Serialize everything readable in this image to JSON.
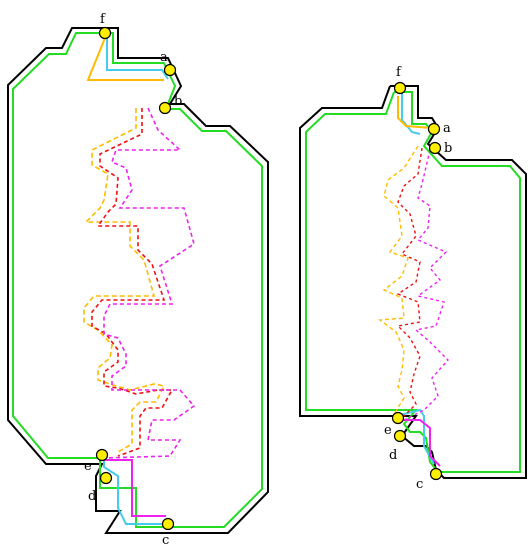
{
  "colors": {
    "outline": "#000000",
    "green": "#22dd22",
    "cyan": "#44ccee",
    "magenta": "#ee22ee",
    "orange": "#ffbb00",
    "red": "#ee1111",
    "vertex_fill": "#ffee00"
  },
  "left_figure": {
    "labels": {
      "a": "a",
      "b": "b",
      "c": "c",
      "d": "d",
      "e": "e",
      "f": "f"
    }
  },
  "right_figure": {
    "labels": {
      "a": "a",
      "b": "b",
      "c": "c",
      "d": "d",
      "e": "e",
      "f": "f"
    }
  }
}
